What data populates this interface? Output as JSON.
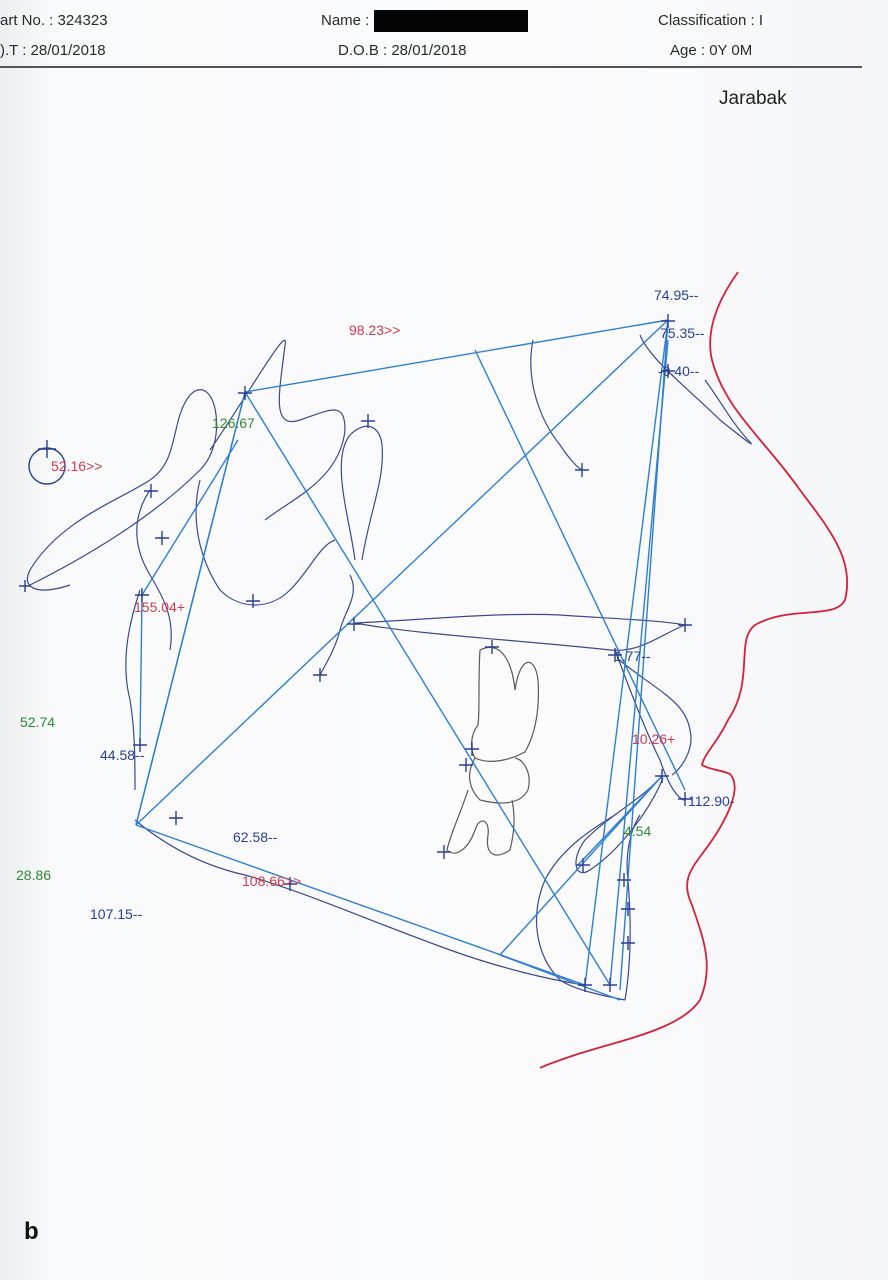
{
  "header": {
    "chart_no": "art No. : 324323",
    "name_label": "Name :",
    "classification": "Classification : I",
    "dot": ").T : 28/01/2018",
    "dob": "D.O.B : 28/01/2018",
    "age": "Age : 0Y 0M"
  },
  "report_title": "Jarabak",
  "panel_letter": "b",
  "colors": {
    "line_blue": "#2f7fd0",
    "trace_dark": "#3c4a8a",
    "trace_gray": "#5a5a5a",
    "profile_red": "#d4213a",
    "value_red": "#d13a4f",
    "value_blue": "#2a3f93",
    "value_green": "#2f8a2f"
  },
  "measurements": {
    "m1": "98.23>>",
    "m2": "74.95--",
    "m3": "75.35--",
    "m4": "-0.40--",
    "m5": "126.67",
    "m6": "52.16>>",
    "m7": "155.04+",
    "m8": "1.77--",
    "m9": "52.74",
    "m10": "44.58--",
    "m11": "10.26+",
    "m12": "112.90-",
    "m13": "4.54",
    "m14": "62.58--",
    "m15": "28.86",
    "m16": "108.66>>",
    "m17": "107.15--"
  }
}
